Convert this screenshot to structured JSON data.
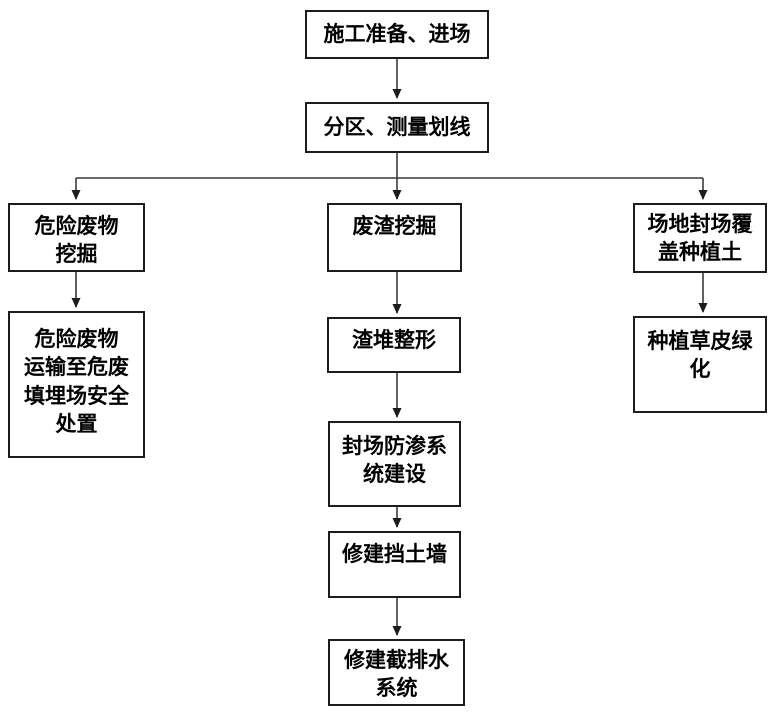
{
  "diagram": {
    "type": "flowchart",
    "background_color": "#ffffff",
    "box_border_color": "#1c1c1c",
    "text_color": "#000000",
    "arrow_color": "#3a3a3a",
    "nodes": {
      "start": {
        "label": "施工准备、进场"
      },
      "zoning": {
        "label": "分区、测量划线"
      },
      "hazwaste_dig": {
        "label": "危险废物\n挖掘"
      },
      "hazwaste_transport": {
        "label": "危险废物\n运输至危废\n填埋场安全\n处置"
      },
      "slag_dig": {
        "label": "废渣挖掘"
      },
      "slag_shaping": {
        "label": "渣堆整形"
      },
      "capping_system": {
        "label": "封场防渗系\n统建设"
      },
      "retaining_wall": {
        "label": "修建挡土墙"
      },
      "drainage": {
        "label": "修建截排水\n系统"
      },
      "site_cover": {
        "label": "场地封场覆\n盖种植土"
      },
      "planting": {
        "label": "种植草皮绿\n化"
      }
    },
    "edges": [
      {
        "from": "start",
        "to": "zoning"
      },
      {
        "from": "zoning",
        "to": "hazwaste_dig"
      },
      {
        "from": "zoning",
        "to": "slag_dig"
      },
      {
        "from": "zoning",
        "to": "site_cover"
      },
      {
        "from": "hazwaste_dig",
        "to": "hazwaste_transport"
      },
      {
        "from": "slag_dig",
        "to": "slag_shaping"
      },
      {
        "from": "slag_shaping",
        "to": "capping_system"
      },
      {
        "from": "capping_system",
        "to": "retaining_wall"
      },
      {
        "from": "retaining_wall",
        "to": "drainage"
      },
      {
        "from": "site_cover",
        "to": "planting"
      }
    ]
  }
}
